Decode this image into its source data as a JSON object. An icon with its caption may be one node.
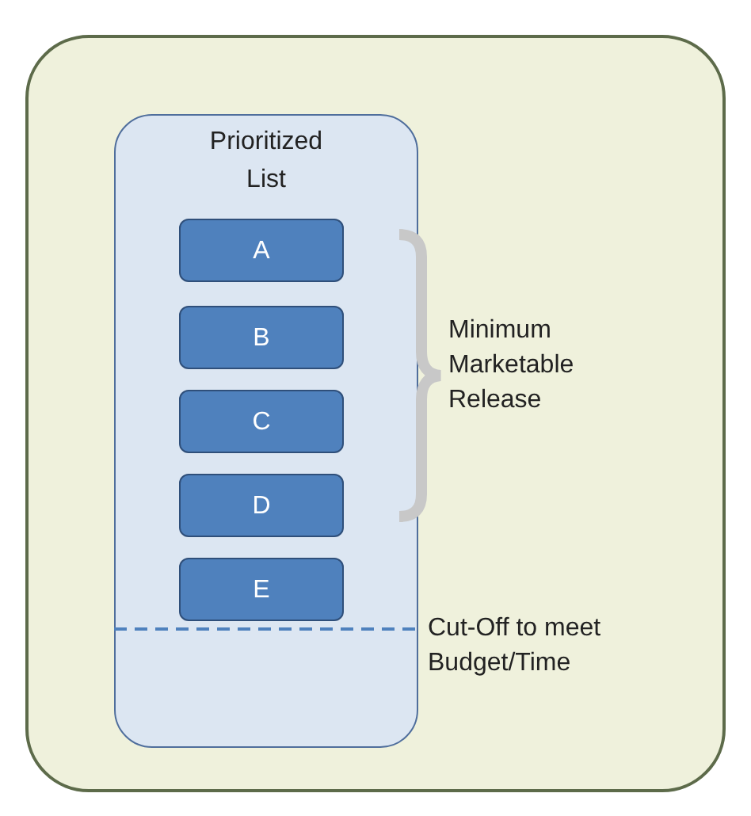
{
  "diagram": {
    "nodes": [
      {
        "text": [],
        "shape": "box"
      },
      {
        "text": [
          "Prioritized List"
        ],
        "in": 0
      },
      {
        "text": [
          "A"
        ],
        "in": 1
      },
      {
        "text": [
          "B"
        ],
        "in": 1
      },
      {
        "text": [
          "C"
        ],
        "in": 1
      },
      {
        "text": [
          "D"
        ],
        "in": 1
      },
      {
        "text": [
          "E"
        ],
        "in": 1
      }
    ],
    "labels": [
      "Minimum Marketable Release",
      "Cut-Off to meet Budget/Time"
    ]
  }
}
